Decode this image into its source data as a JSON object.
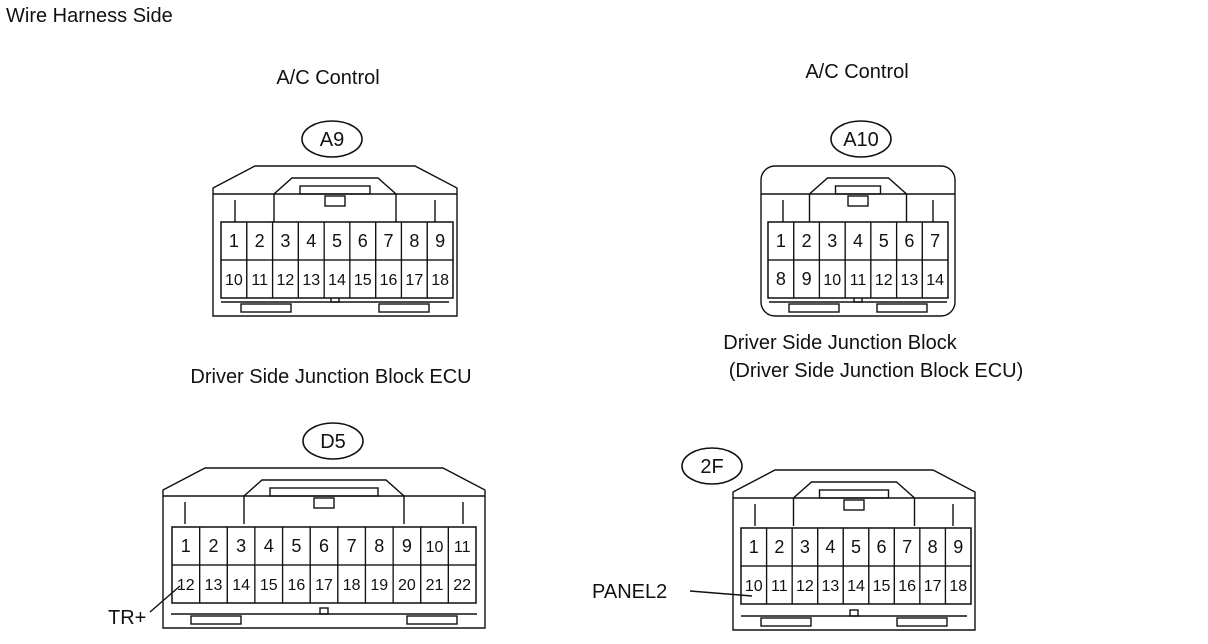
{
  "title": "Wire Harness Side",
  "connectors": [
    {
      "id": "A9",
      "caption": [
        "A/C Control"
      ],
      "top_row": [
        "1",
        "2",
        "3",
        "4",
        "5",
        "6",
        "7",
        "8",
        "9"
      ],
      "bottom_row": [
        "10",
        "11",
        "12",
        "13",
        "14",
        "15",
        "16",
        "17",
        "18"
      ]
    },
    {
      "id": "A10",
      "caption": [
        "A/C Control"
      ],
      "top_row": [
        "1",
        "2",
        "3",
        "4",
        "5",
        "6",
        "7"
      ],
      "bottom_row": [
        "8",
        "9",
        "10",
        "11",
        "12",
        "13",
        "14"
      ]
    },
    {
      "id": "D5",
      "caption": [
        "Driver Side Junction Block ECU"
      ],
      "top_row": [
        "1",
        "2",
        "3",
        "4",
        "5",
        "6",
        "7",
        "8",
        "9",
        "10",
        "11"
      ],
      "bottom_row": [
        "12",
        "13",
        "14",
        "15",
        "16",
        "17",
        "18",
        "19",
        "20",
        "21",
        "22"
      ]
    },
    {
      "id": "2F",
      "caption": [
        "Driver Side Junction Block",
        "(Driver Side Junction Block ECU)"
      ],
      "top_row": [
        "1",
        "2",
        "3",
        "4",
        "5",
        "6",
        "7",
        "8",
        "9"
      ],
      "bottom_row": [
        "10",
        "11",
        "12",
        "13",
        "14",
        "15",
        "16",
        "17",
        "18"
      ]
    }
  ],
  "callouts": [
    {
      "connector": "D5",
      "pin": "12",
      "label": "TR+"
    },
    {
      "connector": "2F",
      "pin": "10",
      "label": "PANEL2"
    }
  ]
}
